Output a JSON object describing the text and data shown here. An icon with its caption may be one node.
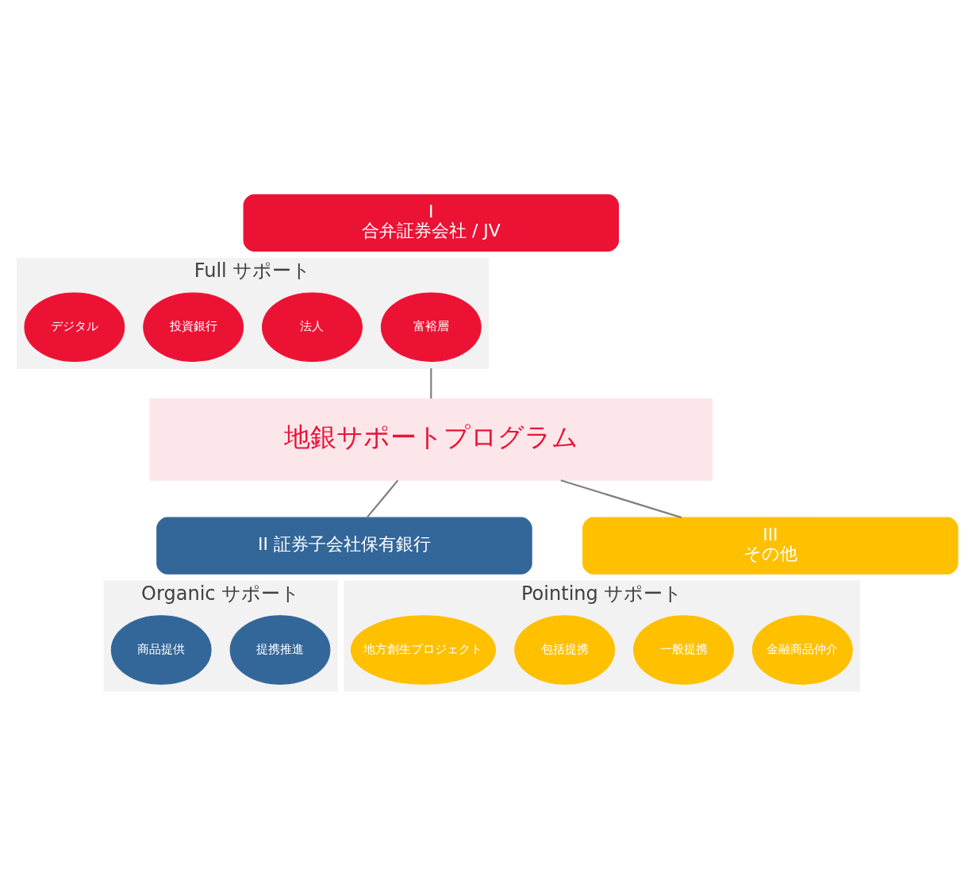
{
  "diagram": {
    "nodes": [
      {
        "text": [
          "I",
          "合弁証券会社 / JV"
        ]
      },
      {
        "text": [
          "Full サポート"
        ]
      },
      {
        "text": [
          "富裕層"
        ],
        "in": 1
      },
      {
        "text": [
          "法人"
        ],
        "in": 1
      },
      {
        "text": [
          "投資銀行"
        ],
        "in": 1
      },
      {
        "text": [
          "デジタル"
        ],
        "in": 1
      },
      {
        "text": [
          "地銀サポートプログラム"
        ]
      },
      {
        "text": [
          "II 証券子会社保有銀行"
        ]
      },
      {
        "text": [
          "Organic サポート"
        ]
      },
      {
        "text": [
          "提携推進"
        ],
        "in": 8
      },
      {
        "text": [
          "商品提供"
        ],
        "in": 8
      },
      {
        "text": [
          "III",
          "その他"
        ]
      },
      {
        "text": [
          "Pointing サポート"
        ]
      },
      {
        "text": [
          "金融商品仲介"
        ],
        "in": 12
      },
      {
        "text": [
          "一般提携"
        ],
        "in": 12
      },
      {
        "text": [
          "包括提携"
        ],
        "in": 12
      },
      {
        "text": [
          "地方創生プロジェクト"
        ],
        "in": 12
      }
    ],
    "edges": [
      {
        "from": 1,
        "to": 6,
        "arrow": "none"
      },
      {
        "from": 6,
        "to": 7,
        "arrow": "none"
      },
      {
        "from": 6,
        "to": 11,
        "arrow": "none"
      }
    ]
  }
}
